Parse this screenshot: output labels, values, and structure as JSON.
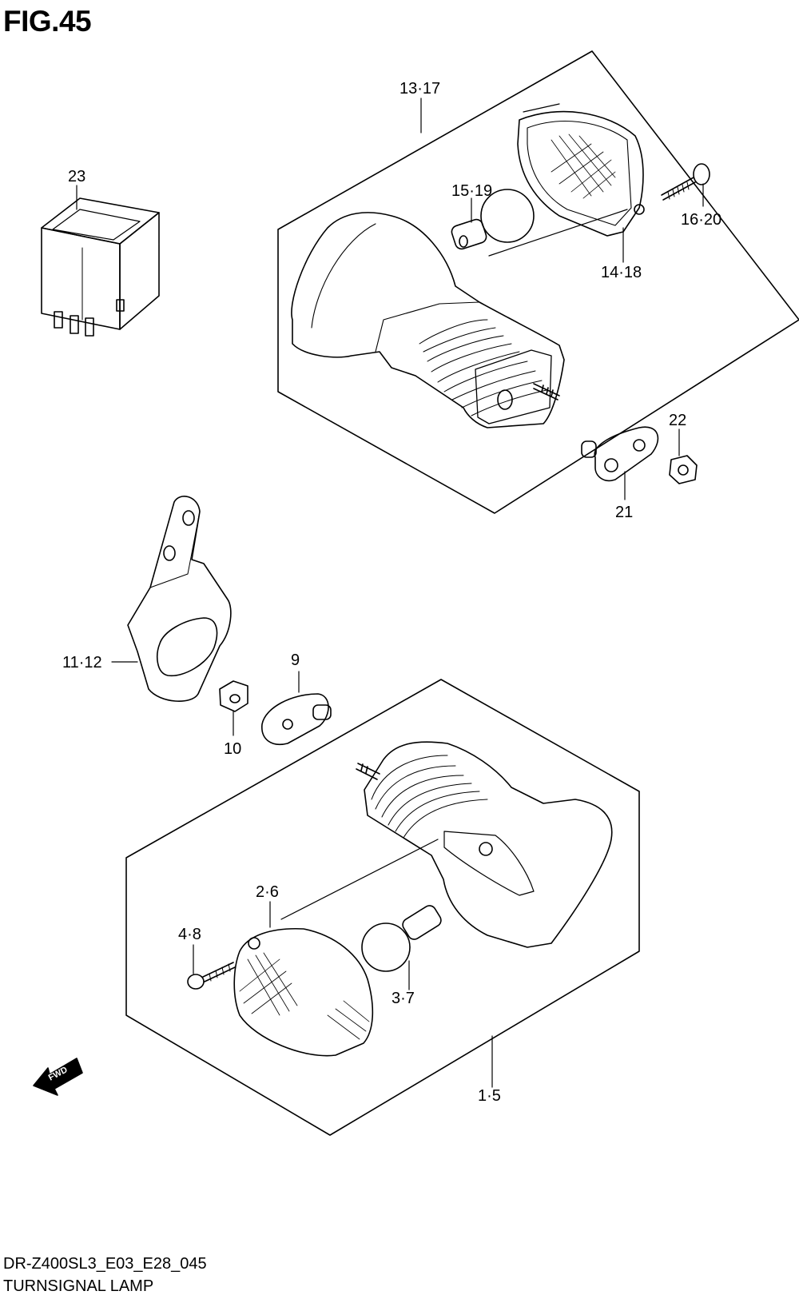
{
  "figure": {
    "title": "FIG.45",
    "model_code": "DR-Z400SL3_E03_E28_045",
    "section_name": "TURNSIGNAL LAMP"
  },
  "callouts": {
    "p13_17": "13·17",
    "p23": "23",
    "p15_19": "15·19",
    "p16_20": "16·20",
    "p14_18": "14·18",
    "p22": "22",
    "p21": "21",
    "p11_12": "11·12",
    "p9": "9",
    "p10": "10",
    "p2_6": "2·6",
    "p4_8": "4·8",
    "p3_7": "3·7",
    "p1_5": "1·5"
  },
  "direction_marker": {
    "label": "FWD",
    "icon": "forward-arrow-icon"
  }
}
